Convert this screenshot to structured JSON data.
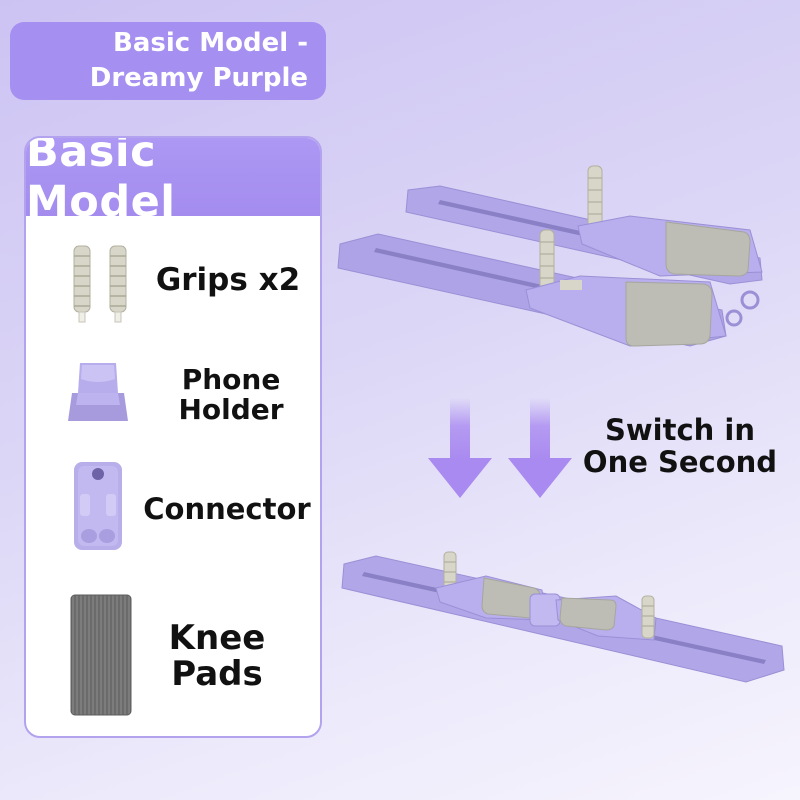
{
  "title_badge": {
    "line1": "Basic Model -",
    "line2": "Dreamy Purple"
  },
  "panel": {
    "header": "Basic Model",
    "items": [
      {
        "label": "Grips x2",
        "icon": "grips-icon"
      },
      {
        "label_line1": "Phone",
        "label_line2": "Holder",
        "icon": "phone-holder-icon"
      },
      {
        "label": "Connector",
        "icon": "connector-icon"
      },
      {
        "label_line1": "Knee",
        "label_line2": "Pads",
        "icon": "knee-pads-icon"
      }
    ]
  },
  "switch": {
    "line1": "Switch in",
    "line2": "One Second"
  },
  "colors": {
    "accent": "#a58ff0",
    "product_purple": "#b0a6e8",
    "pad_gray": "#bdbdb6",
    "arrow": "#a98af0"
  }
}
